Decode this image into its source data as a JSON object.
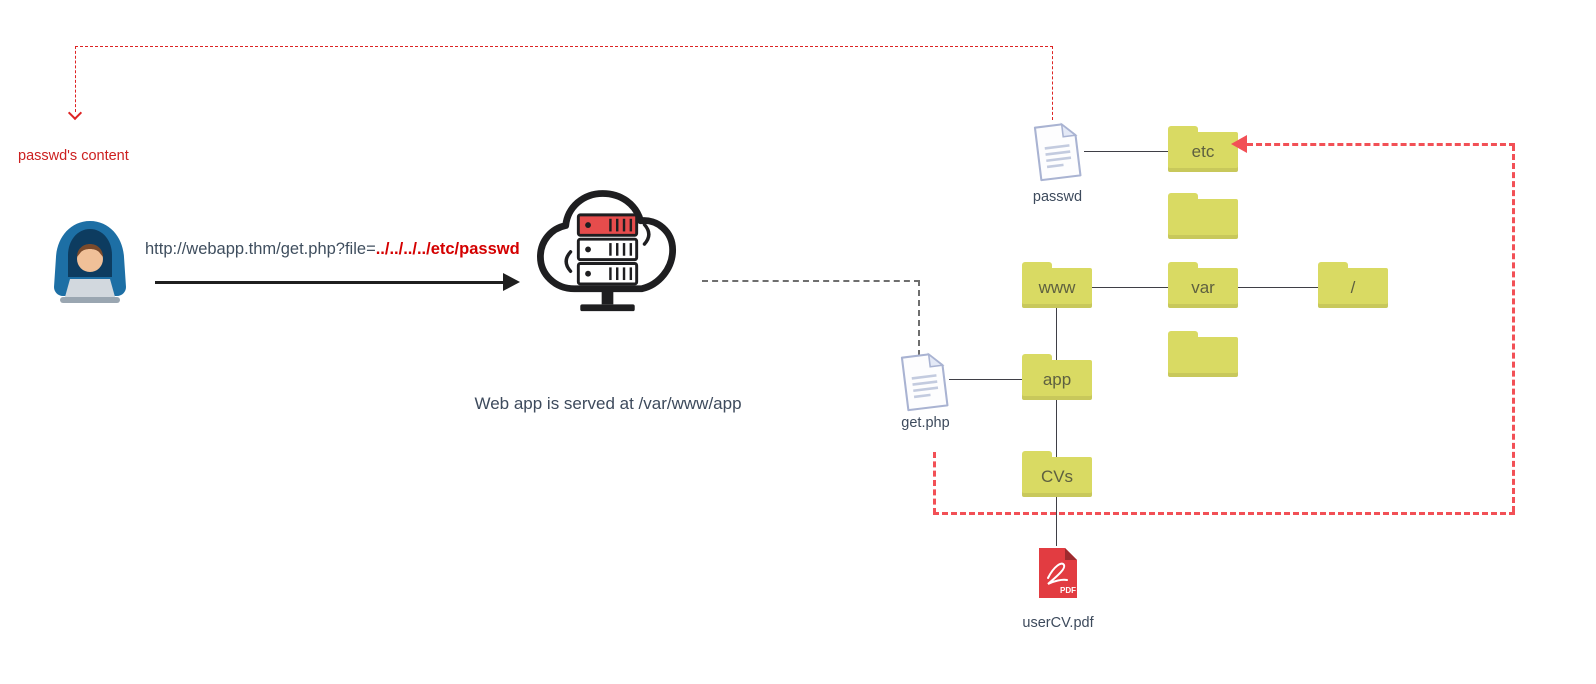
{
  "request": {
    "url_prefix": "http://webapp.thm/get.php?file=",
    "url_payload": "../../../../etc/passwd"
  },
  "labels": {
    "server_caption": "Web app is served at /var/www/app",
    "passwd_content": "passwd's content"
  },
  "files": {
    "passwd": "passwd",
    "get_php": "get.php",
    "user_cv": "userCV.pdf",
    "pdf_badge": "PDF"
  },
  "folders": {
    "etc": "etc",
    "www": "www",
    "var": "var",
    "root": "/",
    "app": "app",
    "cvs": "CVs"
  },
  "icons": {
    "attacker": "hacker-icon",
    "server": "cloud-server-icon",
    "text_file": "document-icon",
    "pdf_file": "pdf-file-icon",
    "folder": "folder-icon"
  },
  "colors": {
    "payload_red": "#d40000",
    "dashed_red_thin": "#de2323",
    "dashed_red_thick": "#f25056",
    "folder_yellow": "#d9da63",
    "text_dark": "#3d4a5c",
    "doc_outline": "#a9b3d2",
    "pdf_red": "#e23c41",
    "arrow_black": "#1f1f1f"
  }
}
